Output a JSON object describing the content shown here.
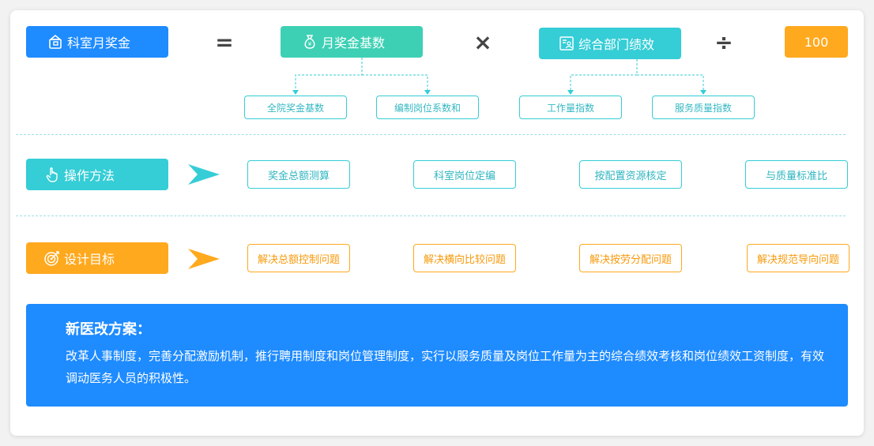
{
  "formula": {
    "result": {
      "label": "科室月奖金",
      "icon": "wallet-icon"
    },
    "equals": "=",
    "base": {
      "label": "月奖金基数",
      "icon": "money-bag-icon",
      "parts": [
        "全院奖金基数",
        "编制岗位系数和"
      ]
    },
    "times": "×",
    "perf": {
      "label": "综合部门绩效",
      "icon": "document-user-icon",
      "parts": [
        "工作量指数",
        "服务质量指数"
      ]
    },
    "divide": "÷",
    "constant": "100"
  },
  "methods": {
    "label": "操作方法",
    "icon": "hand-pointer-icon",
    "items": [
      "奖金总额测算",
      "科室岗位定编",
      "按配置资源核定",
      "与质量标准比"
    ]
  },
  "goals": {
    "label": "设计目标",
    "icon": "target-icon",
    "items": [
      "解决总额控制问题",
      "解决横向比较问题",
      "解决按劳分配问题",
      "解决规范导向问题"
    ]
  },
  "banner": {
    "title": "新医改方案：",
    "body": "改革人事制度，完善分配激励机制，推行聘用制度和岗位管理制度，实行以服务质量及岗位工作量为主的综合绩效考核和岗位绩效工资制度，有效调动医务人员的积极性。"
  },
  "colors": {
    "blue": "#1e8bff",
    "green": "#3dd0b4",
    "teal": "#35cdd6",
    "orange": "#ffa91e"
  }
}
